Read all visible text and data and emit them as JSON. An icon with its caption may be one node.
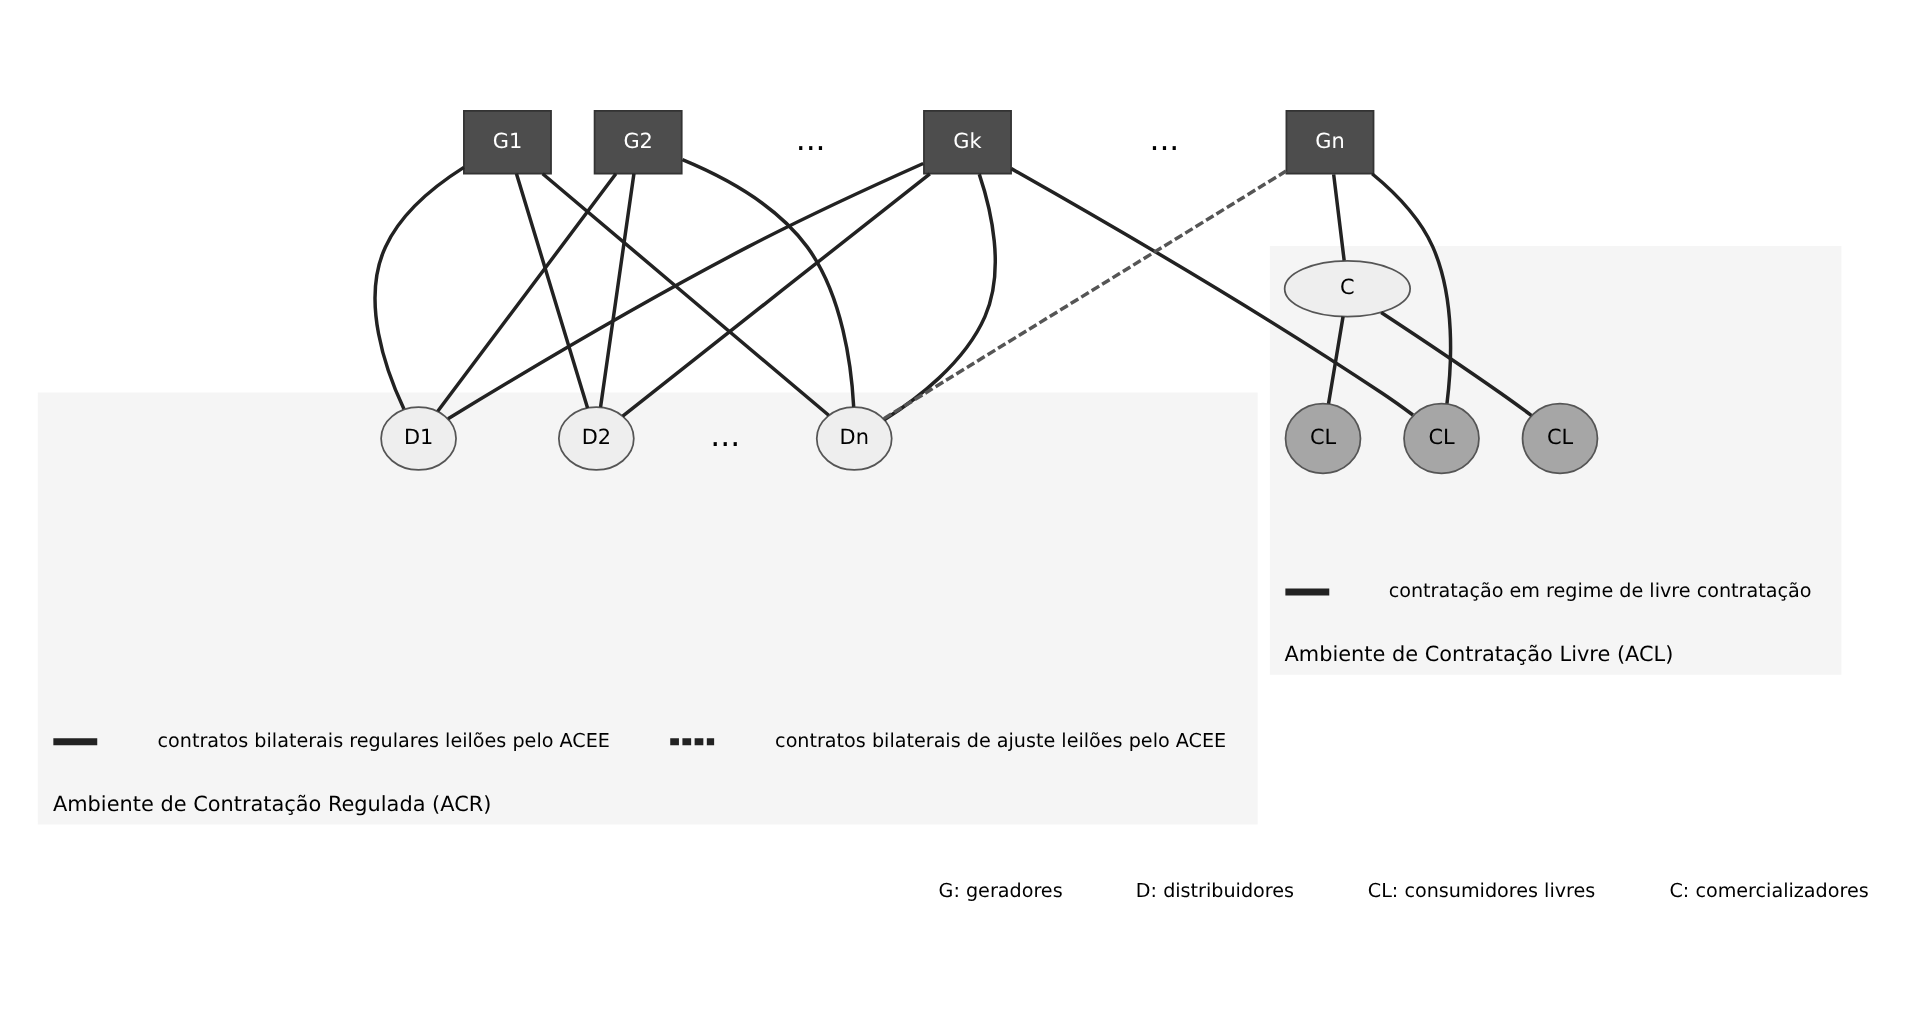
{
  "diagram": {
    "nodes": [
      {
        "text": [
          "Ambiente de Contratação Regulada (ACR)"
        ]
      },
      {
        "text": [
          "Ambiente de Contratação Livre (ACL)"
        ]
      },
      {
        "text": [
          "G1"
        ]
      },
      {
        "text": [
          "G2"
        ]
      },
      {
        "text": [
          "Gk"
        ]
      },
      {
        "text": [
          "Gn"
        ]
      },
      {
        "text": [
          "D1"
        ],
        "in": 0
      },
      {
        "text": [
          "D2"
        ],
        "in": 0
      },
      {
        "text": [
          "Dn"
        ],
        "in": 0
      },
      {
        "text": [
          "CL"
        ],
        "in": 1
      },
      {
        "text": [
          "C"
        ],
        "in": 1
      },
      {
        "text": [
          "CL"
        ],
        "in": 1
      },
      {
        "text": [
          "CL"
        ],
        "in": 1
      }
    ],
    "edges": [
      {
        "from": 2,
        "to": 6,
        "arrow": "none"
      },
      {
        "from": 2,
        "to": 7,
        "arrow": "none"
      },
      {
        "from": 2,
        "to": 8,
        "arrow": "none"
      },
      {
        "from": 3,
        "to": 6,
        "arrow": "none"
      },
      {
        "from": 3,
        "to": 7,
        "arrow": "none"
      },
      {
        "from": 3,
        "to": 8,
        "arrow": "none"
      },
      {
        "from": 4,
        "to": 6,
        "arrow": "none"
      },
      {
        "from": 4,
        "to": 7,
        "arrow": "none"
      },
      {
        "from": 4,
        "to": 8,
        "arrow": "none"
      },
      {
        "from": 4,
        "to": 9,
        "arrow": "none"
      },
      {
        "from": 5,
        "to": 8,
        "arrow": "none",
        "style": "dashed",
        "color": "#555555"
      },
      {
        "from": 5,
        "to": 9,
        "arrow": "none"
      },
      {
        "from": 5,
        "to": 10,
        "arrow": "none"
      },
      {
        "from": 10,
        "to": 11,
        "arrow": "none"
      },
      {
        "from": 10,
        "to": 12,
        "arrow": "none"
      }
    ],
    "labels": [
      "...",
      "...",
      "...",
      "G: geradores",
      "D: distribuidores",
      "CL: consumidores livres",
      "C: comercializadores"
    ],
    "legend": [
      {
        "text": "contratos bilaterais regulares leilões pelo ACEE"
      },
      {
        "text": "contratos bilaterais de ajuste leilões pelo ACEE"
      },
      {
        "text": "contratação em regime de livre contratação"
      }
    ]
  }
}
